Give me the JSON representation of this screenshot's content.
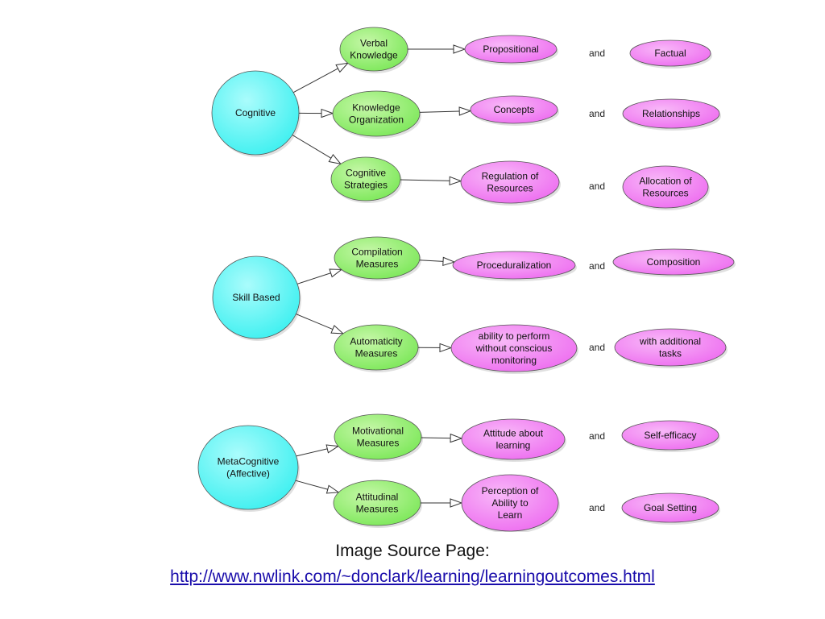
{
  "colors": {
    "category": "#3ef0f0",
    "subcategory": "#7de85a",
    "outcome": "#ee6ff0",
    "edge": "#333333",
    "link": "#1a0dab"
  },
  "diagram": {
    "groups": [
      {
        "category": [
          "Cognitive"
        ],
        "rows": [
          {
            "sub": [
              "Verbal",
              "Knowledge"
            ],
            "outcome": [
              "Propositional"
            ],
            "conj": "and",
            "pair": [
              "Factual"
            ]
          },
          {
            "sub": [
              "Knowledge",
              "Organization"
            ],
            "outcome": [
              "Concepts"
            ],
            "conj": "and",
            "pair": [
              "Relationships"
            ]
          },
          {
            "sub": [
              "Cognitive",
              "Strategies"
            ],
            "outcome": [
              "Regulation of",
              "Resources"
            ],
            "conj": "and",
            "pair": [
              "Allocation of",
              "Resources"
            ]
          }
        ]
      },
      {
        "category": [
          "Skill Based"
        ],
        "rows": [
          {
            "sub": [
              "Compilation",
              "Measures"
            ],
            "outcome": [
              "Proceduralization"
            ],
            "conj": "and",
            "pair": [
              "Composition"
            ]
          },
          {
            "sub": [
              "Automaticity",
              "Measures"
            ],
            "outcome": [
              "ability to perform",
              "without conscious",
              "monitoring"
            ],
            "conj": "and",
            "pair": [
              "with additional",
              "tasks"
            ]
          }
        ]
      },
      {
        "category": [
          "MetaCognitive",
          "(Affective)"
        ],
        "rows": [
          {
            "sub": [
              "Motivational",
              "Measures"
            ],
            "outcome": [
              "Attitude about",
              "learning"
            ],
            "conj": "and",
            "pair": [
              "Self-efficacy"
            ]
          },
          {
            "sub": [
              "Attitudinal",
              "Measures"
            ],
            "outcome": [
              "Perception of",
              "Ability to",
              "Learn"
            ],
            "conj": "and",
            "pair": [
              "Goal Setting"
            ]
          }
        ]
      }
    ]
  },
  "caption": {
    "title": "Image Source Page:",
    "link": "http://www.nwlink.com/~donclark/learning/learningoutcomes.html"
  }
}
